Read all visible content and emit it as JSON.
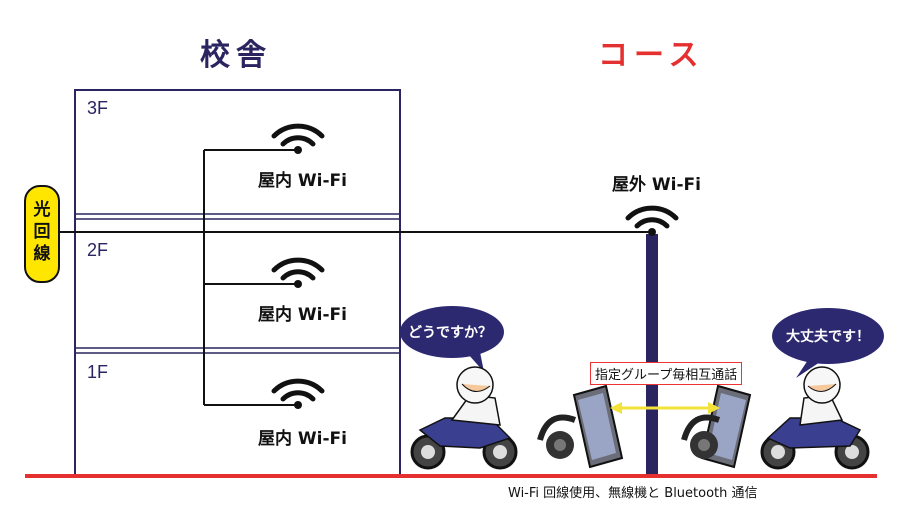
{
  "titles": {
    "school": "校舎",
    "course": "コース"
  },
  "floors": [
    "3F",
    "2F",
    "1F"
  ],
  "fiber_label": [
    "光",
    "回",
    "線"
  ],
  "indoor_wifi": "屋内 Wi-Fi",
  "outdoor_wifi": "屋外 Wi-Fi",
  "bubbles": {
    "left": "どうですか？",
    "right": "大丈夫です！"
  },
  "group_tag": "指定グループ毎相互通話",
  "caption": "Wi-Fi 回線使用、無線機と Bluetooth 通信",
  "colors": {
    "navy": "#2a2560",
    "red": "#e53030",
    "yellow": "#ffe600",
    "arrow": "#f3e23a",
    "bubble": "#2d2970"
  }
}
